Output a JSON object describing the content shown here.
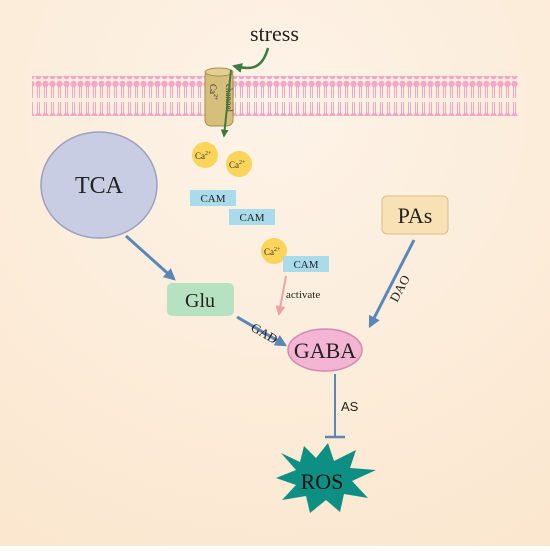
{
  "diagram": {
    "stimulus": "stress",
    "channel": {
      "ion": "Ca",
      "charge": "2+",
      "word": "channel"
    },
    "calcium_ions": [
      {
        "symbol": "Ca",
        "charge": "2+"
      },
      {
        "symbol": "Ca",
        "charge": "2+"
      },
      {
        "symbol": "Ca",
        "charge": "2+"
      }
    ],
    "cam_labels": [
      "CAM",
      "CAM",
      "CAM"
    ],
    "activate_label": "activate",
    "nodes": {
      "tca": "TCA",
      "glu": "Glu",
      "pas": "PAs",
      "gaba": "GABA",
      "ros": "ROS"
    },
    "edge_labels": {
      "gad": "GAD",
      "dao": "DAO",
      "as": "AS"
    },
    "colors": {
      "background_top": "#fcf0e4",
      "background_bottom": "#fbe9d2",
      "membrane": "#f2a7c6",
      "channel": "#d6bf7a",
      "calcium": "#fbd45a",
      "cam": "#a9dbea",
      "tca": "#c8cde4",
      "glu": "#b7e2c2",
      "pas": "#f9e1b6",
      "gaba": "#f4b4d4",
      "ros": "#0e8f84",
      "arrow_blue": "#5a86b8",
      "arrow_green": "#3f7a3f",
      "arrow_pink": "#f0a2a2"
    }
  }
}
